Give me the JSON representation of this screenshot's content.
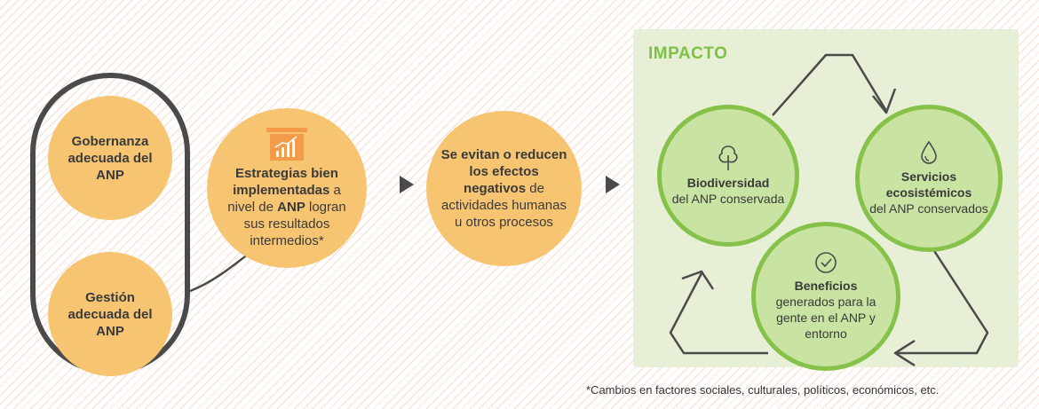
{
  "left_group": {
    "top_circle": "Gobernanza adecuada del ANP",
    "bottom_circle": "Gestión adecuada del ANP"
  },
  "strategies": {
    "bold_1": "Estrategias bien implementadas",
    "text_1": " a nivel de ",
    "bold_2": "ANP",
    "text_2": " logran sus resultados intermedios*",
    "icon": "growth-chart-icon"
  },
  "effects": {
    "bold": "Se evitan o reducen los efectos negativos",
    "text": " de actividades humanas u otros procesos"
  },
  "impact": {
    "title": "IMPACTO",
    "biodiversity": {
      "bold": "Biodiversidad",
      "text": "del ANP conservada",
      "icon": "tree-icon"
    },
    "services": {
      "bold": "Servicios ecosistémicos",
      "text": "del ANP conservados",
      "icon": "water-drop-icon"
    },
    "benefits": {
      "bold": "Beneficios",
      "text": "generados para la gente en el ANP y entorno",
      "icon": "check-circle-icon"
    }
  },
  "footnote": "*Cambios en factores sociales, culturales, políticos, económicos, etc.",
  "colors": {
    "orange": "#f7c472",
    "icon_orange": "#f39a4b",
    "green": "#86c24a",
    "green_fill": "#c9e3a2",
    "panel": "#e7efd6",
    "dark": "#4a4a4a"
  }
}
